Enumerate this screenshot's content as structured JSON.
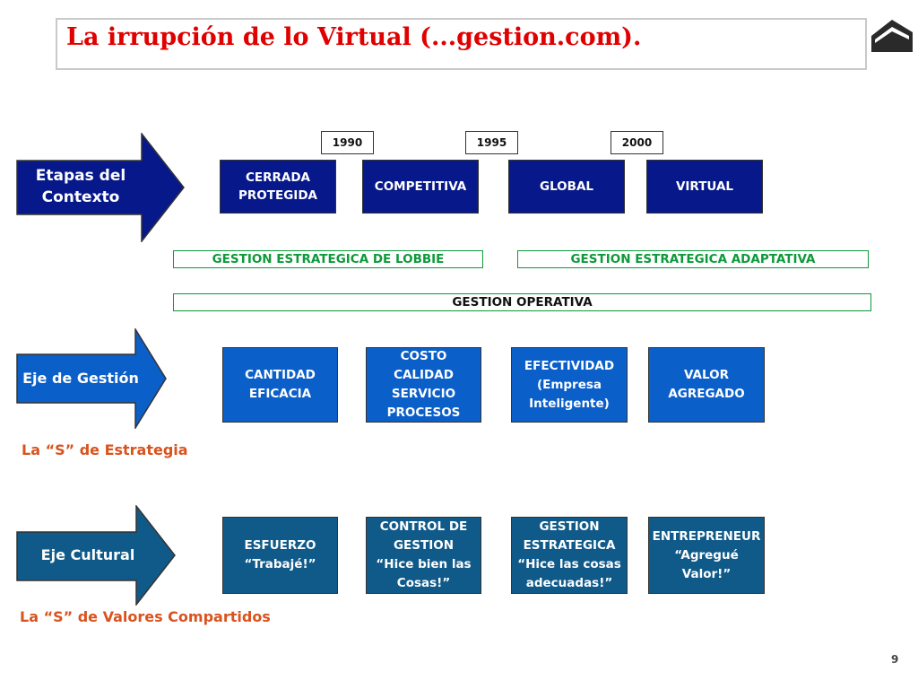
{
  "title": "La irrupción de lo Virtual (...gestion.com).",
  "years": [
    "1990",
    "1995",
    "2000"
  ],
  "arrows": {
    "etapas": "Etapas del\nContexto",
    "gestion": "Eje de Gestión",
    "cultural": "Eje Cultural"
  },
  "etapas_boxes": [
    "CERRADA\nPROTEGIDA",
    "COMPETITIVA",
    "GLOBAL",
    "VIRTUAL"
  ],
  "bands": {
    "lobbie": "GESTION ESTRATEGICA DE LOBBIE",
    "adaptativa": "GESTION ESTRATEGICA ADAPTATIVA",
    "operativa": "GESTION OPERATIVA"
  },
  "gestion_boxes": [
    "CANTIDAD\nEFICACIA",
    "COSTO\nCALIDAD\nSERVICIO\nPROCESOS",
    "EFECTIVIDAD\n(Empresa\nInteligente)",
    "VALOR\nAGREGADO"
  ],
  "estrategia_label": "La “S” de Estrategia",
  "cultural_boxes": [
    "ESFUERZO\n“Trabajé!”",
    "CONTROL DE\nGESTION\n“Hice bien las\nCosas!”",
    "GESTION\nESTRATEGICA\n“Hice las cosas\nadecuadas!”",
    "ENTREPRENEUR\n“Agregué\nValor!”"
  ],
  "valores_label": "La “S” de Valores Compartidos",
  "page_number": "9",
  "colors": {
    "title": "#e00000",
    "navy": "#07198a",
    "blue": "#0b5fc9",
    "teal": "#105a8a",
    "green": "#0c9a3a",
    "orange": "#d9531e"
  },
  "logo_icon": "house-roof-icon"
}
